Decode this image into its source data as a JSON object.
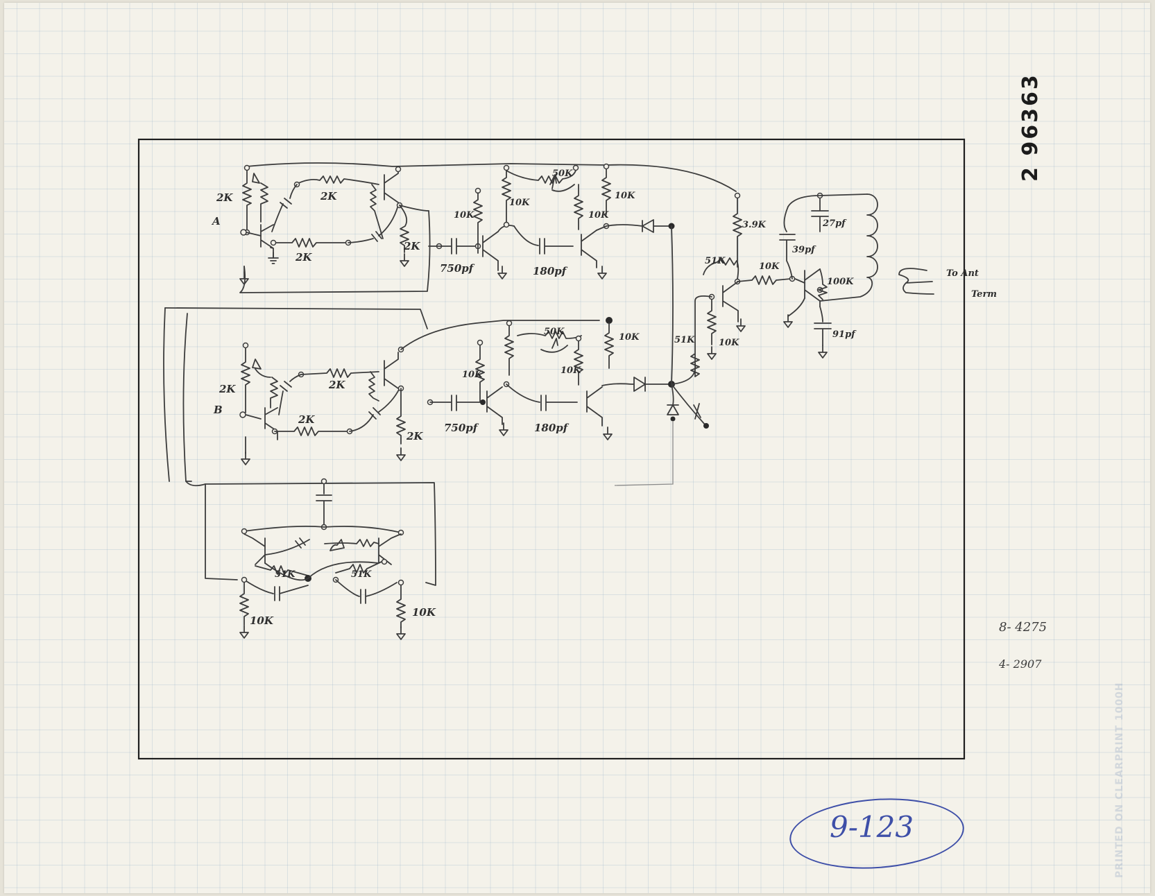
{
  "sheet": {
    "number": "2 96363",
    "watermark": "PRINTED ON CLEARPRINT 1000H",
    "folio": "9-123",
    "margin_notes": [
      "8- 4275",
      "4- 2907"
    ]
  },
  "colors": {
    "paper": "#f4f2ea",
    "grid": "#96afc8",
    "pencil": "#3c3c3c",
    "folio_ink": "#3e4fa8"
  },
  "schematic": {
    "inputs": [
      "A",
      "B"
    ],
    "labels": {
      "r_2k": "2K",
      "r_10k": "10K",
      "r_50k": "50K",
      "r_51k": "51K",
      "r_39k": "3.9K",
      "r_100k": "100K",
      "c_750pf": "750pf",
      "c_180pf": "180pf",
      "c_27pf": "27pf",
      "c_39pf": "39pf",
      "c_91pf": "91pf"
    },
    "output_note_line1": "To Ant",
    "output_note_line2": "Term"
  }
}
